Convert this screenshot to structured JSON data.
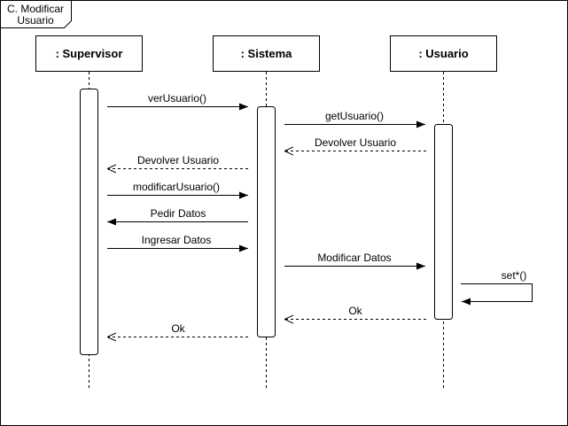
{
  "frame": {
    "title_line1": "C. Modificar",
    "title_line2": "Usuario"
  },
  "lifelines": {
    "supervisor": ": Supervisor",
    "sistema": ": Sistema",
    "usuario": ": Usuario"
  },
  "messages": {
    "m1": "verUsuario()",
    "m2": "getUsuario()",
    "m3": "Devolver Usuario",
    "m4": "Devolver Usuario",
    "m5": "modificarUsuario()",
    "m6": "Pedir Datos",
    "m7": "Ingresar Datos",
    "m8": "Modificar Datos",
    "m9": "set*()",
    "m10": "Ok",
    "m11": "Ok"
  }
}
